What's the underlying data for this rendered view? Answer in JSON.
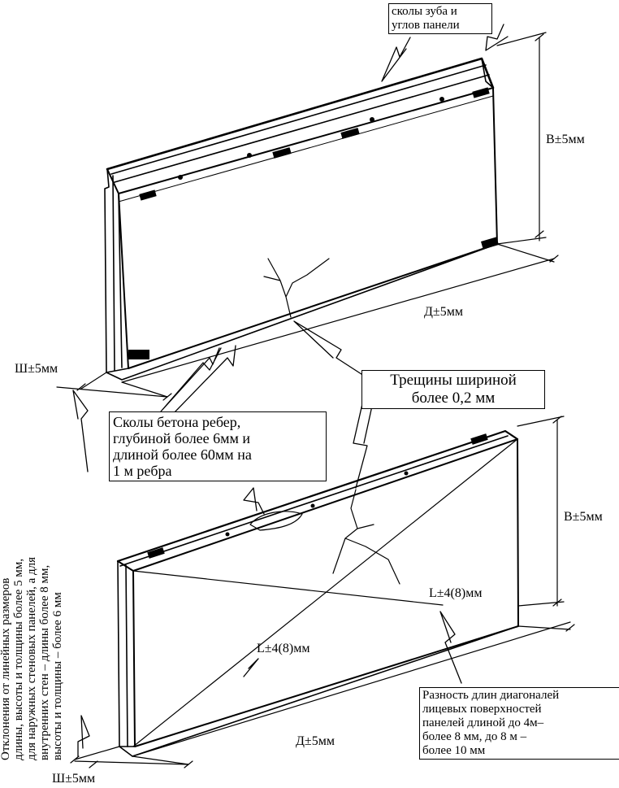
{
  "labels": {
    "height_top": "В±5мм",
    "length_top": "Д±5мм",
    "width_top": "Ш±5мм",
    "height_bottom": "В±5мм",
    "diagonal_right": "L±4(8)мм",
    "diagonal_left": "L±4(8)мм",
    "length_bottom": "Д±5мм",
    "width_bottom": "Ш±5мм"
  },
  "notes": {
    "chips_top": [
      "сколы зуба и",
      "углов панели"
    ],
    "cracks": [
      "Трещины шириной",
      "более  0,2 мм"
    ],
    "edge_chips": [
      "Сколы бетона ребер,",
      "глубиной более 6мм и",
      "длиной более 60мм на",
      "1 м ребра"
    ],
    "diagonals": [
      "Разность длин диагоналей",
      "лицевых поверхностей",
      "панелей длиной до 4м–",
      "более 8 мм, до 8 м –",
      "более 10 мм"
    ],
    "deviation": [
      "Отклонения от линейных размеров",
      "длины, высоты и толщины более 5 мм,",
      "для наружных стеновых панелей, а для",
      "внутренних стен – длины более 8 мм,",
      "высоты и толщины – более 6 мм"
    ]
  }
}
